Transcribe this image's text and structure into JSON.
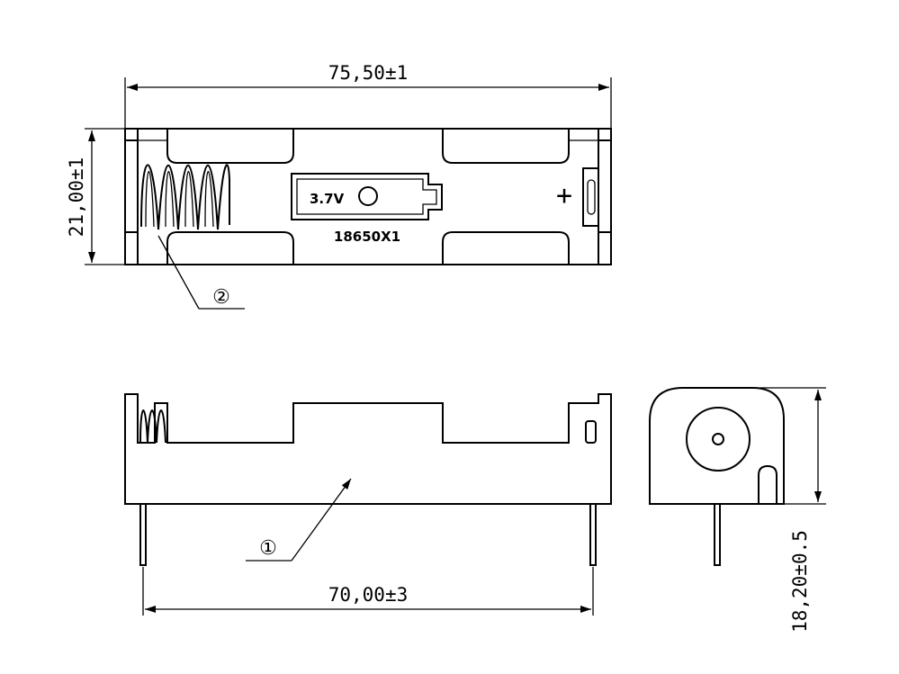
{
  "dimensions": {
    "top_length": "75,50±1",
    "top_width": "21,00±1",
    "pin_spacing": "70,00±3",
    "side_height": "18,20±0.5"
  },
  "labels": {
    "voltage": "3.7V",
    "model": "18650X1",
    "plus_sign": "+"
  },
  "callouts": {
    "body": "①",
    "spring": "②"
  }
}
